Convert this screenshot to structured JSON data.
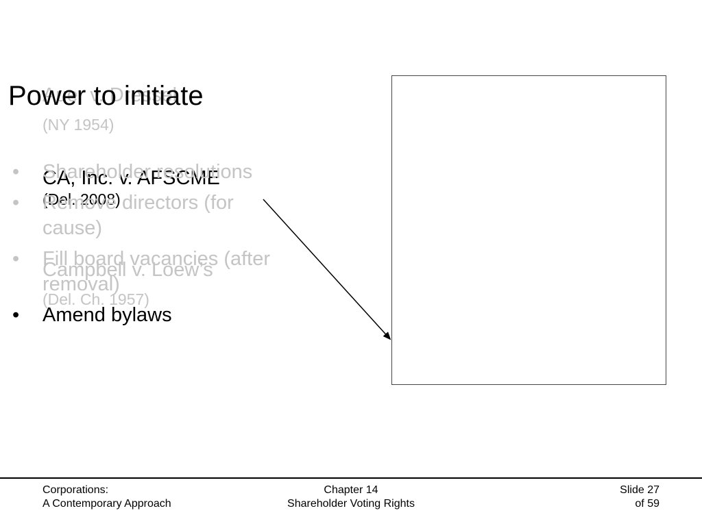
{
  "cases": [
    {
      "name": "Auer v. Dressel",
      "court": "(NY 1954)"
    },
    {
      "name": "CA, Inc. v. AFSCME",
      "court": "(Del. 2008)"
    },
    {
      "name": "Campbell v. Loew’s",
      "court": "(Del. Ch. 1957)"
    }
  ],
  "power_box": {
    "title": "Power to initiate",
    "bullet": "•",
    "items": [
      "Shareholder resolutions",
      "Remove directors (for cause)",
      "Fill board vacancies (after removal)",
      "Amend bylaws"
    ]
  },
  "footer": {
    "left_line1": "Corporations:",
    "left_line2": "A Contemporary Approach",
    "center_line1": "Chapter 14",
    "center_line2": "Shareholder Voting Rights",
    "right_line1": "Slide 27",
    "right_line2": "of 59"
  },
  "colors": {
    "muted_text": "#c4c4c4",
    "active_text": "#000000",
    "box_border": "#444444"
  }
}
